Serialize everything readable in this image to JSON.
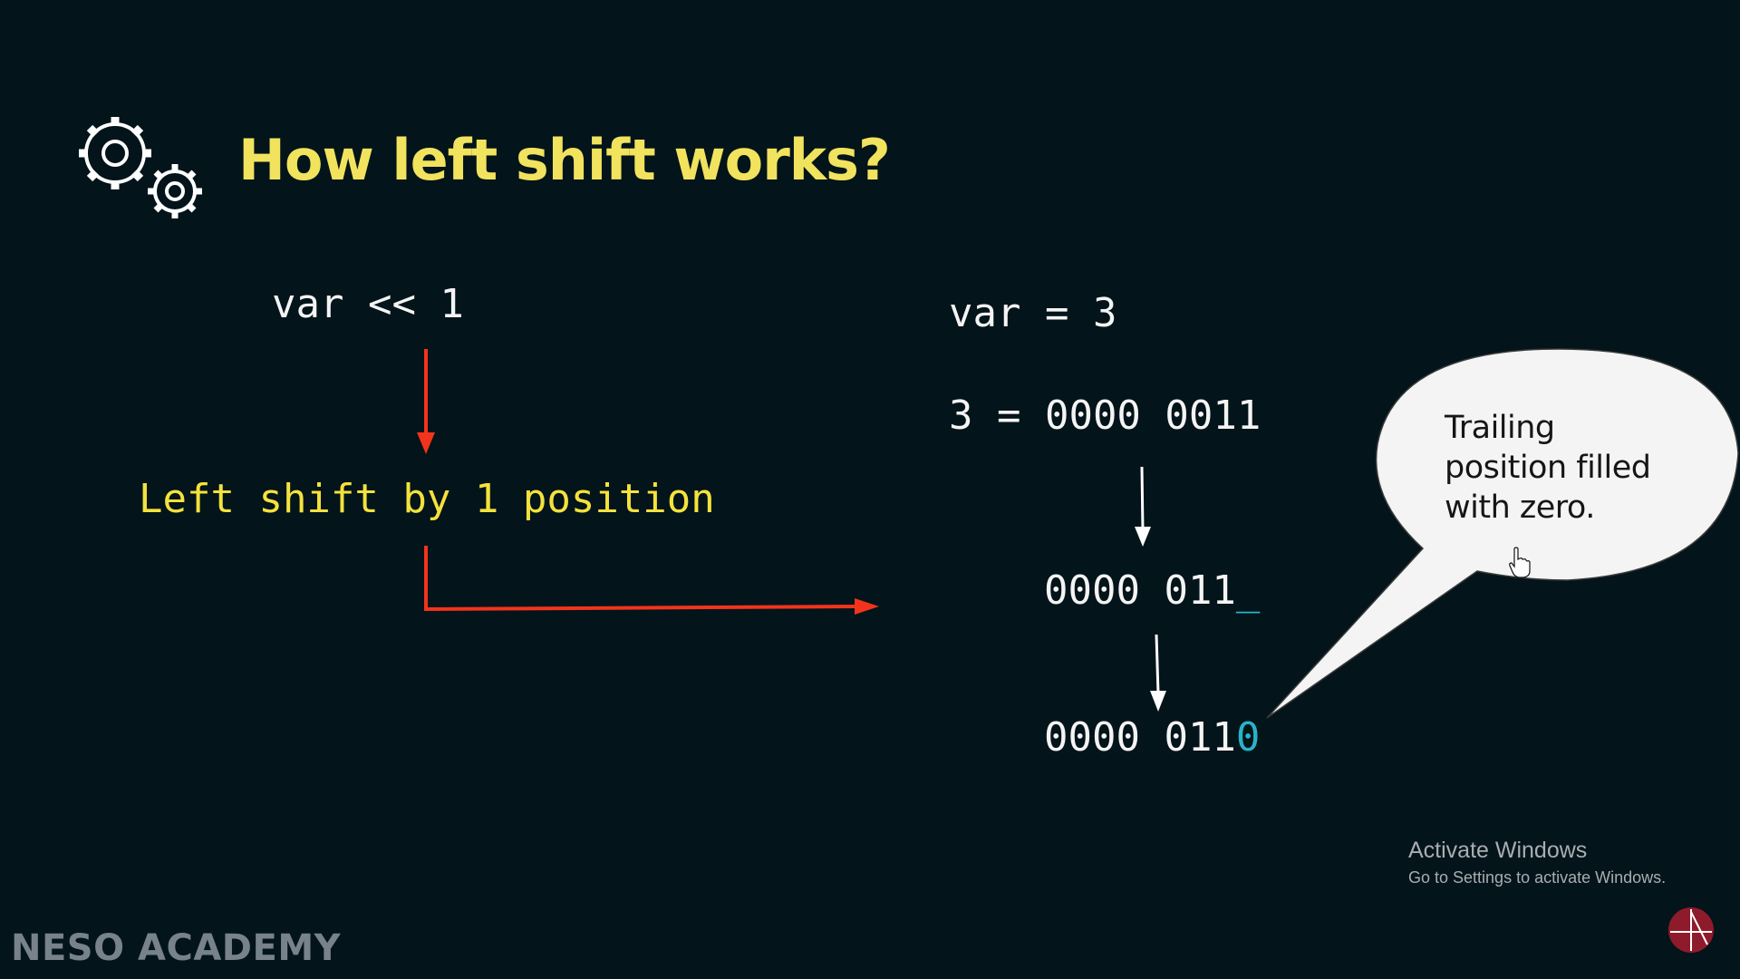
{
  "slide": {
    "title": "How left shift works?",
    "expression": "var << 1",
    "description": "Left shift by 1 position",
    "assignment": "var = 3",
    "binary_equation": "3 = 0000 0011",
    "shift_step_prefix": "0000 011",
    "shift_step_gap": "_",
    "result_prefix": "0000 011",
    "result_fill": "0",
    "callout": "Trailing position filled with zero."
  },
  "watermark": {
    "title": "Activate Windows",
    "subtitle": "Go to Settings to activate Windows."
  },
  "brand": {
    "name": "NESO ACADEMY"
  },
  "colors": {
    "background": "#03141a",
    "title": "#f1e35e",
    "arrow_red": "#f2341c",
    "highlight": "#27b4c9"
  },
  "icons": [
    "gears-icon",
    "cursor-hand-icon",
    "neso-logo-icon"
  ]
}
